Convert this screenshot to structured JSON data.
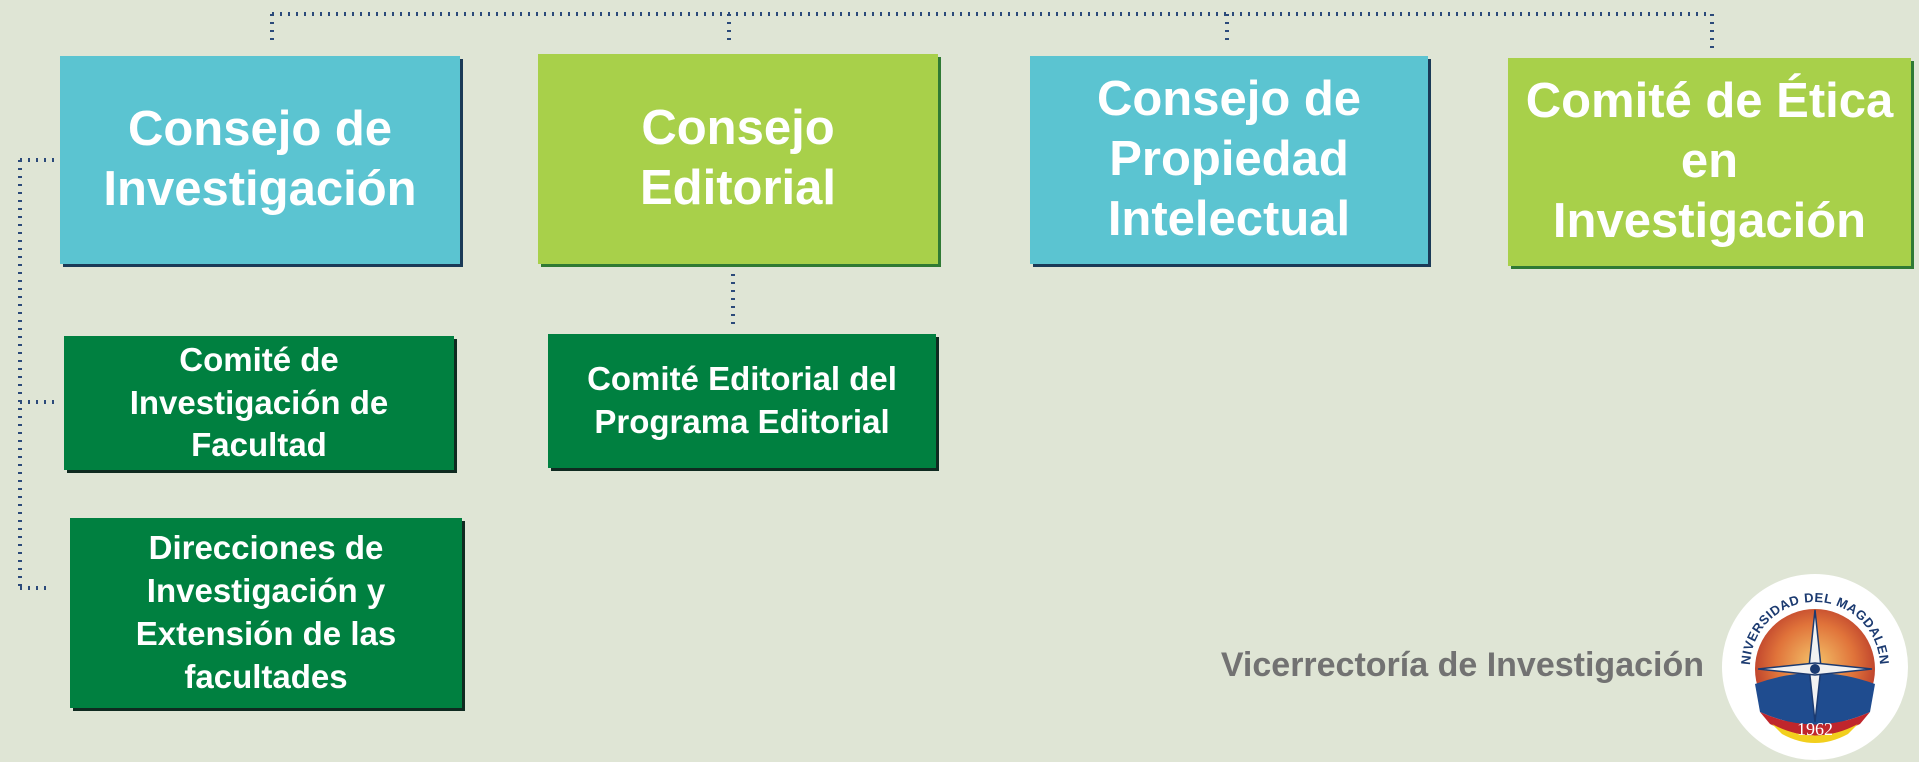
{
  "top_boxes": [
    {
      "label": "Consejo de Investigación",
      "color": "#5bc4d1"
    },
    {
      "label": "Consejo Editorial",
      "color": "#a8d04a"
    },
    {
      "label": "Consejo de Propiedad Intelectual",
      "color": "#5bc4d1"
    },
    {
      "label": "Comité de Ética en Investigación",
      "color": "#a8d04a"
    }
  ],
  "sub_boxes": [
    {
      "label": "Comité de Investigación de Facultad",
      "parent": "Consejo de Investigación",
      "color": "#008040"
    },
    {
      "label": "Direcciones de Investigación y Extensión de las facultades",
      "parent": "Consejo de Investigación",
      "color": "#008040"
    },
    {
      "label": "Comité Editorial del Programa Editorial",
      "parent": "Consejo Editorial",
      "color": "#008040"
    }
  ],
  "footer": {
    "label": "Vicerrectoría de Investigación"
  },
  "seal": {
    "arc_text": "UNIVERSIDAD DEL MAGDALENA",
    "year": "1962"
  },
  "colors": {
    "background": "#dfe5d5",
    "connector": "#2b4a7a",
    "footer_text": "#727272"
  }
}
